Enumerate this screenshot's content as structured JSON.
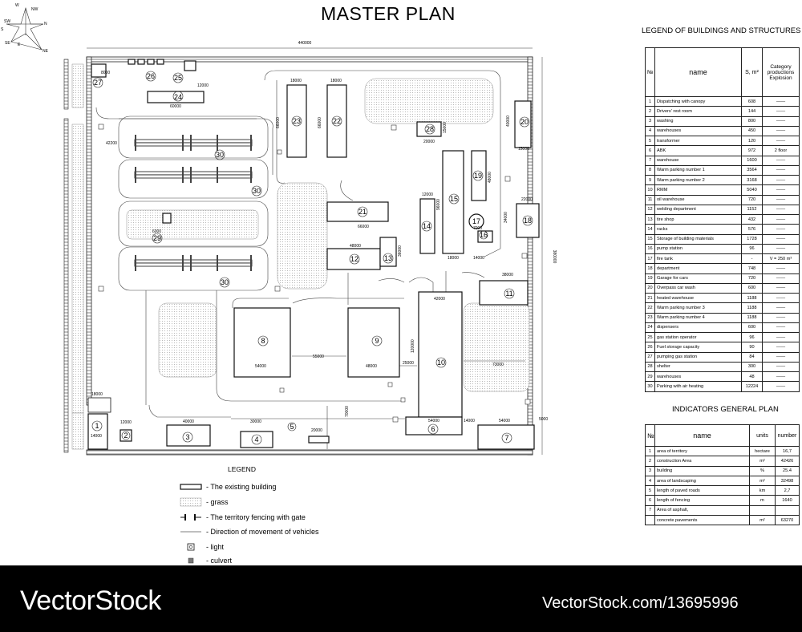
{
  "title": "MASTER PLAN",
  "compass": [
    "N",
    "NW",
    "W",
    "SW",
    "S",
    "SE",
    "E",
    "NE"
  ],
  "dims": {
    "site_width": "440000",
    "site_height": "380000",
    "d42200": "42200",
    "d60000": "60000",
    "d12000a": "12000",
    "d8000a": "8000",
    "d18000a": "18000",
    "d18000b": "18000",
    "d66000a": "66000",
    "d66000b": "66000",
    "d40000": "40000",
    "d15000": "15000",
    "d20000a": "20000",
    "d15000b": "15000",
    "d12000b": "12000",
    "d96000": "96000",
    "d48000a": "48000",
    "d22000": "22000",
    "d34000": "34000",
    "d18000c": "18000",
    "d14000a": "14000",
    "d7000": "7000",
    "d66000c": "66000",
    "d48000b": "48000",
    "d36000": "36000",
    "d38000": "38000",
    "d42000": "42000",
    "d54000a": "54000",
    "d55000": "55000",
    "d48000c": "48000",
    "d25000": "25000",
    "d73000": "73000",
    "d120000": "120000",
    "d54000b": "54000",
    "d14000b": "14000",
    "d54000c": "54000",
    "d5000": "5000",
    "d18000d": "18000",
    "d14000c": "14000",
    "d12000c": "12000",
    "d40000b": "40000",
    "d30000": "30000",
    "d20000b": "20000",
    "d70000": "70000",
    "d6000": "6000"
  },
  "buildings": {
    "b1": "1",
    "b2": "2",
    "b3": "3",
    "b4": "4",
    "b5": "5",
    "b6": "6",
    "b7": "7",
    "b8": "8",
    "b9": "9",
    "b10": "10",
    "b11": "11",
    "b12": "12",
    "b13": "13",
    "b14": "14",
    "b15": "15",
    "b16": "16",
    "b17": "17",
    "b18": "18",
    "b19": "19",
    "b20": "20",
    "b21": "21",
    "b22": "22",
    "b23": "23",
    "b24": "24",
    "b25": "25",
    "b26": "26",
    "b27": "27",
    "b28": "28",
    "b29": "29",
    "b30": "30"
  },
  "legend_buildings": {
    "title": "LEGEND OF BUILDINGS AND STRUCTURES",
    "headers": {
      "no": "№",
      "name": "name",
      "area": "S, m²",
      "category": "Category productions Explosion"
    },
    "rows": [
      {
        "no": "1",
        "name": "Dispatching with canopy",
        "area": "608",
        "cat": "——"
      },
      {
        "no": "2",
        "name": "Drivers' rest room",
        "area": "144",
        "cat": "——"
      },
      {
        "no": "3",
        "name": "washing",
        "area": "800",
        "cat": "——"
      },
      {
        "no": "4",
        "name": "warehouses",
        "area": "450",
        "cat": "——"
      },
      {
        "no": "5",
        "name": "transformer",
        "area": "120",
        "cat": "——"
      },
      {
        "no": "6",
        "name": "ABK",
        "area": "972",
        "cat": "2 floor"
      },
      {
        "no": "7",
        "name": "warehouse",
        "area": "1600",
        "cat": "——"
      },
      {
        "no": "8",
        "name": "Warm parking number 1",
        "area": "3564",
        "cat": "——"
      },
      {
        "no": "9",
        "name": "Warm parking number 2",
        "area": "3168",
        "cat": "——"
      },
      {
        "no": "10",
        "name": "RMM",
        "area": "5040",
        "cat": "——"
      },
      {
        "no": "11",
        "name": "oil warehouse",
        "area": "720",
        "cat": "——"
      },
      {
        "no": "12",
        "name": "welding department",
        "area": "1152",
        "cat": "——"
      },
      {
        "no": "13",
        "name": "tire shop",
        "area": "432",
        "cat": "——"
      },
      {
        "no": "14",
        "name": "racks",
        "area": "576",
        "cat": "——"
      },
      {
        "no": "15",
        "name": "Storage of building materials",
        "area": "1728",
        "cat": "——"
      },
      {
        "no": "16",
        "name": "pump station",
        "area": "96",
        "cat": "——"
      },
      {
        "no": "17",
        "name": "fire tank",
        "area": "-",
        "cat": "V = 250 m³"
      },
      {
        "no": "18",
        "name": "department",
        "area": "748",
        "cat": "——"
      },
      {
        "no": "19",
        "name": "Garage for cars",
        "area": "720",
        "cat": "——"
      },
      {
        "no": "20",
        "name": "Overpass car wash",
        "area": "600",
        "cat": "——"
      },
      {
        "no": "21",
        "name": "heated warehouse",
        "area": "1188",
        "cat": "——"
      },
      {
        "no": "22",
        "name": "Warm parking number 3",
        "area": "1188",
        "cat": "——"
      },
      {
        "no": "23",
        "name": "Warm parking number 4",
        "area": "1188",
        "cat": "——"
      },
      {
        "no": "24",
        "name": "dispensers",
        "area": "600",
        "cat": "——"
      },
      {
        "no": "25",
        "name": "gas station operator",
        "area": "96",
        "cat": "——"
      },
      {
        "no": "26",
        "name": "Fuel storage capacity",
        "area": "90",
        "cat": "——"
      },
      {
        "no": "27",
        "name": "pumping gas station",
        "area": "84",
        "cat": "——"
      },
      {
        "no": "28",
        "name": "shelter",
        "area": "300",
        "cat": "——"
      },
      {
        "no": "29",
        "name": "warehouses",
        "area": "48",
        "cat": "——"
      },
      {
        "no": "30",
        "name": "Parking with air heating",
        "area": "12224",
        "cat": "——"
      }
    ]
  },
  "indicators": {
    "title": "INDICATORS GENERAL PLAN",
    "headers": {
      "no": "№",
      "name": "name",
      "units": "units",
      "number": "number"
    },
    "rows": [
      {
        "no": "1",
        "name": "area of territory",
        "units": "hectare",
        "number": "16,7"
      },
      {
        "no": "2",
        "name": "construction Area",
        "units": "m²",
        "number": "42426"
      },
      {
        "no": "3",
        "name": "building",
        "units": "%",
        "number": "25.4"
      },
      {
        "no": "4",
        "name": "area of landscaping",
        "units": "m²",
        "number": "32498"
      },
      {
        "no": "5",
        "name": "length of paved roads",
        "units": "km",
        "number": "2,7"
      },
      {
        "no": "6",
        "name": "length of fencing",
        "units": "m",
        "number": "1640"
      },
      {
        "no": "7",
        "name": "Area of asphalt,",
        "units": "",
        "number": ""
      },
      {
        "no": "",
        "name": "concrete pavements",
        "units": "m²",
        "number": "63270"
      }
    ]
  },
  "legend": {
    "title": "LEGEND",
    "items": [
      "- The existing building",
      " - grass",
      "- The territory fencing with gate",
      "- Direction of movement of vehicles",
      " - light",
      " - culvert"
    ]
  },
  "footer": {
    "brand": "VectorStock",
    "url": "VectorStock.com/13695996"
  }
}
